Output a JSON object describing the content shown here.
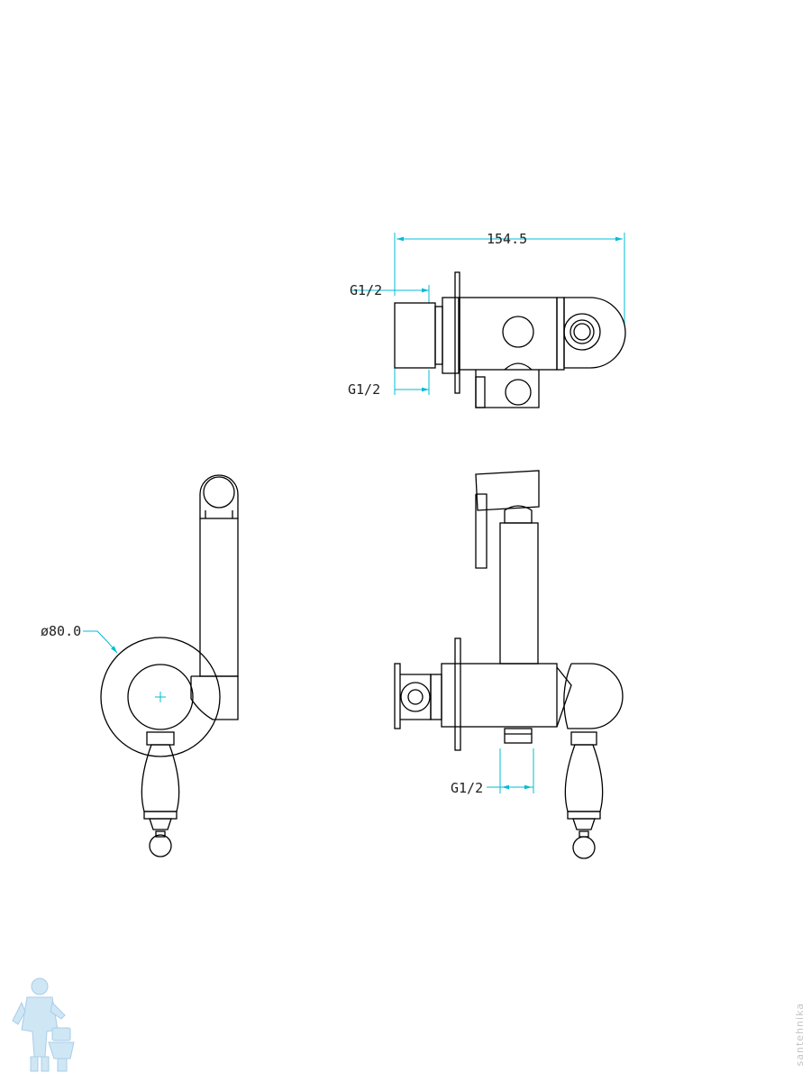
{
  "drawing": {
    "dimensions": {
      "overall_width": "154.5",
      "inlet_top": "G1/2",
      "inlet_bottom": "G1/2",
      "outlet": "G1/2",
      "flange_diameter": "ø80.0"
    },
    "colors": {
      "line": "#000000",
      "dimension": "#00bcd4",
      "text": "#222222"
    }
  },
  "watermark": {
    "vertical_text": "santehnika",
    "logo_icon": "plumber-with-toilet-logo"
  }
}
